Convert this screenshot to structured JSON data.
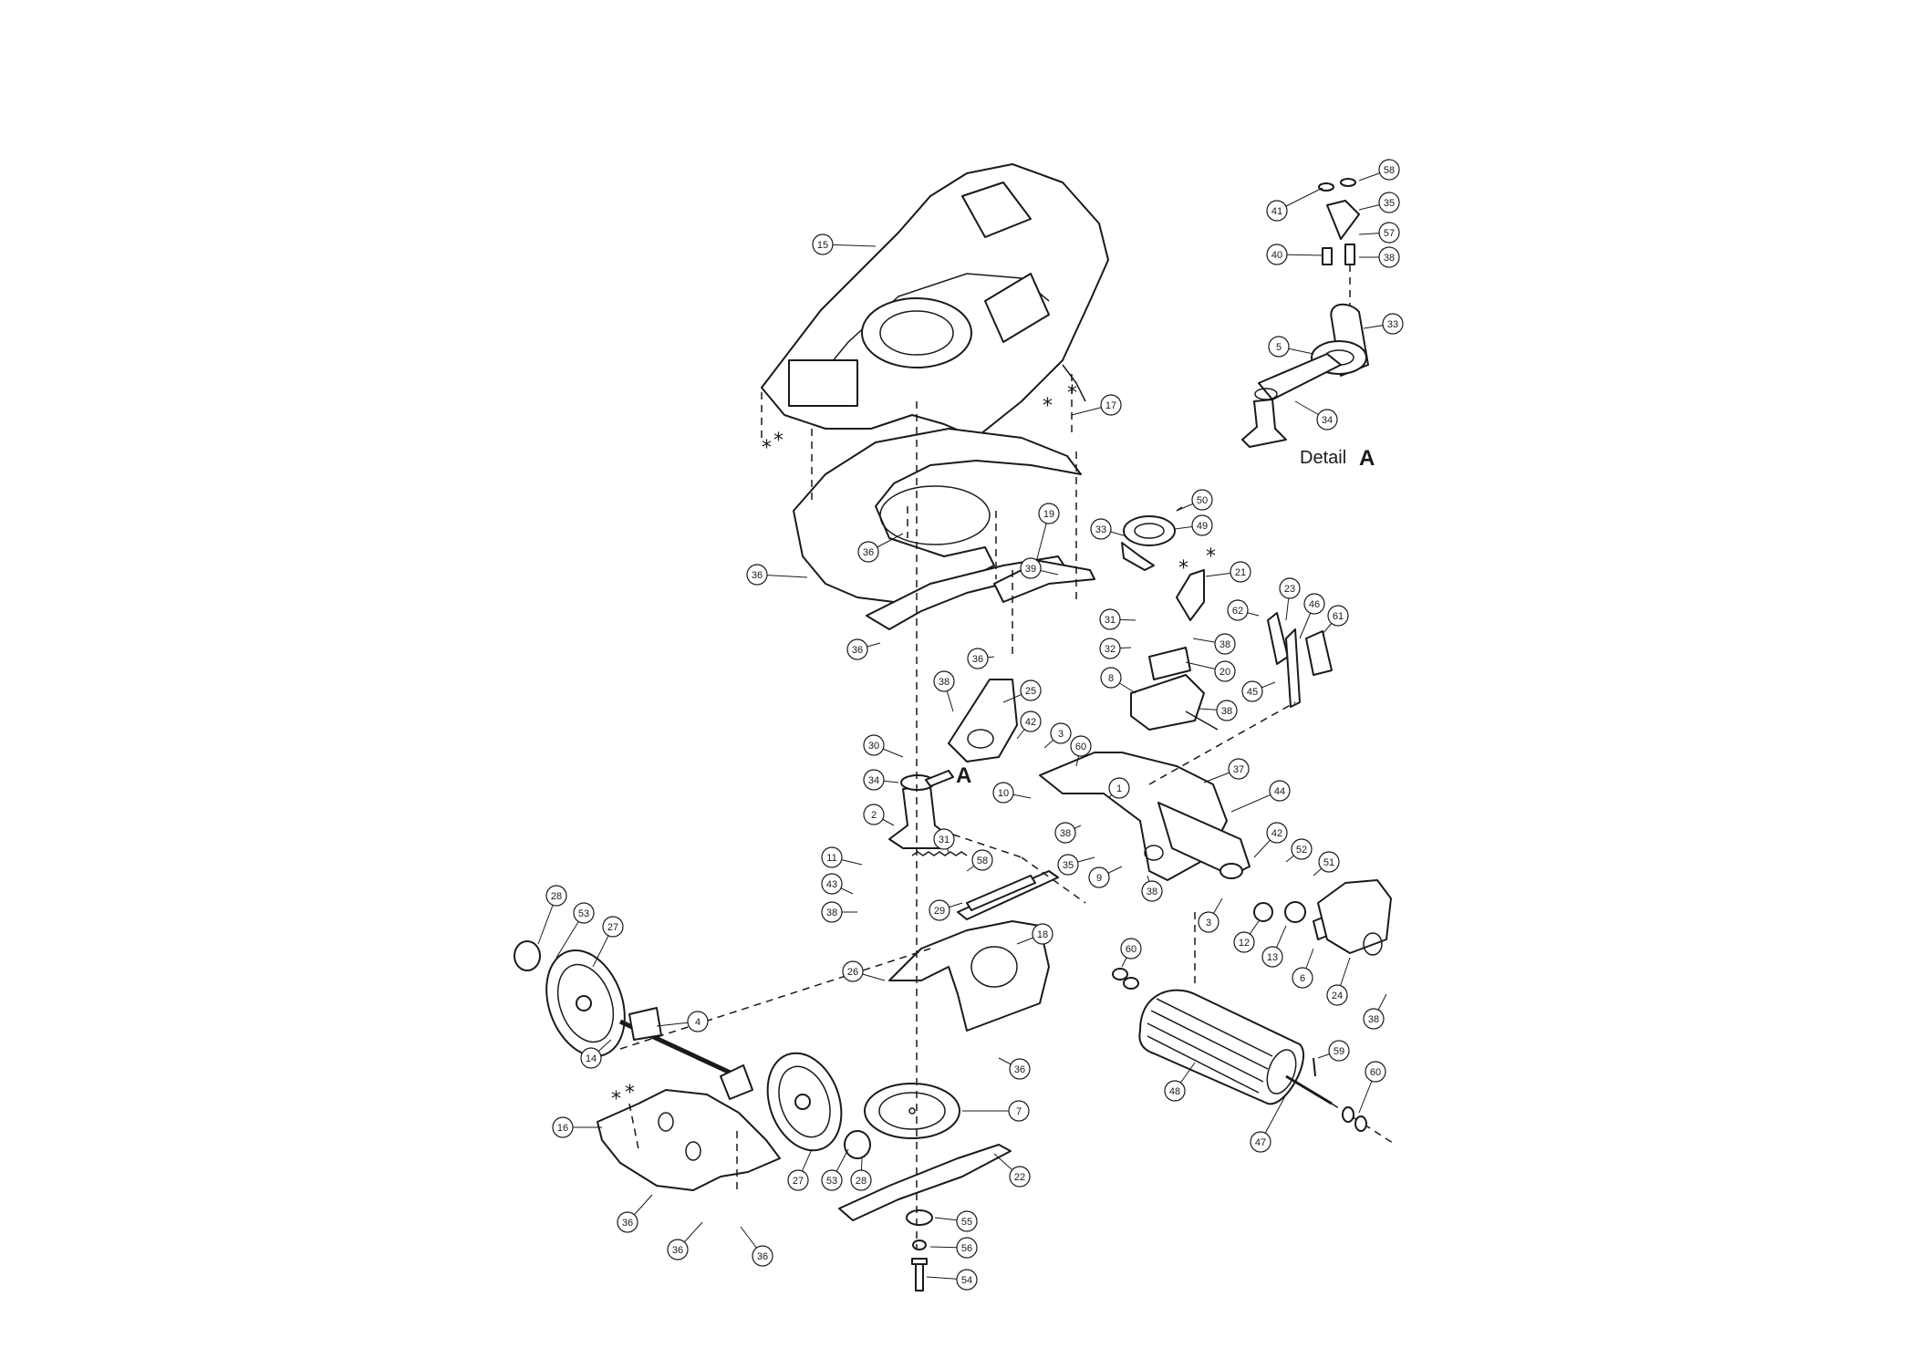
{
  "detail_label": {
    "word": "Detail",
    "letter": "A"
  },
  "section_marker": "A",
  "star_symbol": "*",
  "callouts": [
    {
      "id": "c-15",
      "text": "15"
    },
    {
      "id": "c-17",
      "text": "17"
    },
    {
      "id": "c-19",
      "text": "19"
    },
    {
      "id": "c-36a",
      "text": "36"
    },
    {
      "id": "c-36b",
      "text": "36"
    },
    {
      "id": "c-36c",
      "text": "36"
    },
    {
      "id": "c-36d",
      "text": "36"
    },
    {
      "id": "c-39",
      "text": "39"
    },
    {
      "id": "c-33a",
      "text": "33"
    },
    {
      "id": "c-50",
      "text": "50"
    },
    {
      "id": "c-49",
      "text": "49"
    },
    {
      "id": "c-21",
      "text": "21"
    },
    {
      "id": "c-31a",
      "text": "31"
    },
    {
      "id": "c-32",
      "text": "32"
    },
    {
      "id": "c-38a",
      "text": "38"
    },
    {
      "id": "c-20",
      "text": "20"
    },
    {
      "id": "c-8",
      "text": "8"
    },
    {
      "id": "c-38b",
      "text": "38"
    },
    {
      "id": "c-62",
      "text": "62"
    },
    {
      "id": "c-23",
      "text": "23"
    },
    {
      "id": "c-46",
      "text": "46"
    },
    {
      "id": "c-61",
      "text": "61"
    },
    {
      "id": "c-45",
      "text": "45"
    },
    {
      "id": "c-38c",
      "text": "38"
    },
    {
      "id": "c-25",
      "text": "25"
    },
    {
      "id": "c-42a",
      "text": "42"
    },
    {
      "id": "c-3a",
      "text": "3"
    },
    {
      "id": "c-60a",
      "text": "60"
    },
    {
      "id": "c-30",
      "text": "30"
    },
    {
      "id": "c-34a",
      "text": "34"
    },
    {
      "id": "c-2",
      "text": "2"
    },
    {
      "id": "c-10",
      "text": "10"
    },
    {
      "id": "c-1",
      "text": "1"
    },
    {
      "id": "c-38d",
      "text": "38"
    },
    {
      "id": "c-37",
      "text": "37"
    },
    {
      "id": "c-44",
      "text": "44"
    },
    {
      "id": "c-35a",
      "text": "35"
    },
    {
      "id": "c-9",
      "text": "9"
    },
    {
      "id": "c-38e",
      "text": "38"
    },
    {
      "id": "c-42b",
      "text": "42"
    },
    {
      "id": "c-52",
      "text": "52"
    },
    {
      "id": "c-51",
      "text": "51"
    },
    {
      "id": "c-3b",
      "text": "3"
    },
    {
      "id": "c-12",
      "text": "12"
    },
    {
      "id": "c-13",
      "text": "13"
    },
    {
      "id": "c-6",
      "text": "6"
    },
    {
      "id": "c-24",
      "text": "24"
    },
    {
      "id": "c-38f",
      "text": "38"
    },
    {
      "id": "c-11",
      "text": "11"
    },
    {
      "id": "c-31b",
      "text": "31"
    },
    {
      "id": "c-58a",
      "text": "58"
    },
    {
      "id": "c-43",
      "text": "43"
    },
    {
      "id": "c-38g",
      "text": "38"
    },
    {
      "id": "c-29",
      "text": "29"
    },
    {
      "id": "c-28a",
      "text": "28"
    },
    {
      "id": "c-53a",
      "text": "53"
    },
    {
      "id": "c-27a",
      "text": "27"
    },
    {
      "id": "c-26",
      "text": "26"
    },
    {
      "id": "c-18",
      "text": "18"
    },
    {
      "id": "c-4",
      "text": "4"
    },
    {
      "id": "c-14",
      "text": "14"
    },
    {
      "id": "c-36e",
      "text": "36"
    },
    {
      "id": "c-60b",
      "text": "60"
    },
    {
      "id": "c-48",
      "text": "48"
    },
    {
      "id": "c-59",
      "text": "59"
    },
    {
      "id": "c-60c",
      "text": "60"
    },
    {
      "id": "c-47",
      "text": "47"
    },
    {
      "id": "c-16",
      "text": "16"
    },
    {
      "id": "c-7",
      "text": "7"
    },
    {
      "id": "c-27b",
      "text": "27"
    },
    {
      "id": "c-53b",
      "text": "53"
    },
    {
      "id": "c-28b",
      "text": "28"
    },
    {
      "id": "c-22",
      "text": "22"
    },
    {
      "id": "c-36f",
      "text": "36"
    },
    {
      "id": "c-36g",
      "text": "36"
    },
    {
      "id": "c-36h",
      "text": "36"
    },
    {
      "id": "c-55",
      "text": "55"
    },
    {
      "id": "c-56",
      "text": "56"
    },
    {
      "id": "c-54",
      "text": "54"
    },
    {
      "id": "c-41",
      "text": "41"
    },
    {
      "id": "c-58b",
      "text": "58"
    },
    {
      "id": "c-35b",
      "text": "35"
    },
    {
      "id": "c-57",
      "text": "57"
    },
    {
      "id": "c-40",
      "text": "40"
    },
    {
      "id": "c-38h",
      "text": "38"
    },
    {
      "id": "c-33b",
      "text": "33"
    },
    {
      "id": "c-5",
      "text": "5"
    },
    {
      "id": "c-34b",
      "text": "34"
    }
  ]
}
